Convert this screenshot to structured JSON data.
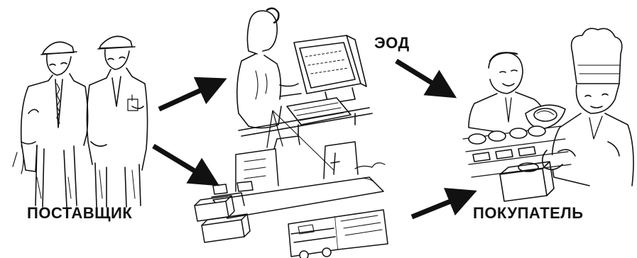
{
  "labels": {
    "supplier": "ПОСТАВЩИК",
    "buyer": "ПОКУПАТЕЛЬ",
    "edi": "ЭОД"
  },
  "colors": {
    "ink": "#111111",
    "background": "#ffffff"
  },
  "scene": {
    "supplier_figures": "two-workers-in-hardhats",
    "office_figure": "woman-at-computer",
    "transport": "ship-and-truck-with-cargo",
    "buyer_figures": "manager-and-chef-with-food",
    "arrows": [
      "supplier-to-office",
      "supplier-to-transport",
      "office-to-buyer",
      "transport-to-buyer"
    ]
  }
}
